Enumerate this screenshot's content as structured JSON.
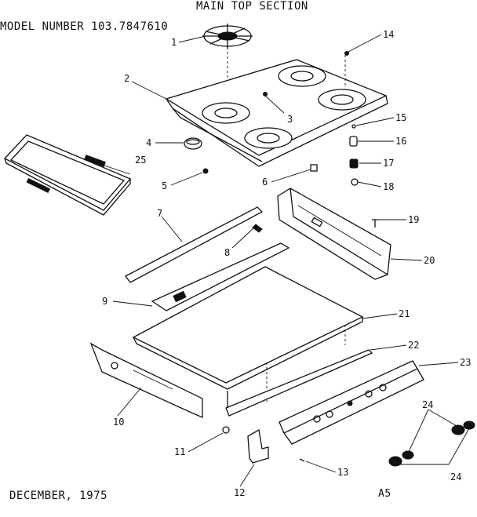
{
  "header": {
    "title": "MAIN TOP SECTION",
    "model_number": "MODEL NUMBER 103.7847610"
  },
  "footer": {
    "date": "DECEMBER, 1975",
    "page_id": "A5"
  },
  "callouts": [
    "1",
    "2",
    "3",
    "4",
    "5",
    "6",
    "7",
    "8",
    "9",
    "10",
    "11",
    "12",
    "13",
    "14",
    "15",
    "16",
    "17",
    "18",
    "19",
    "20",
    "21",
    "22",
    "23",
    "24",
    "24",
    "25"
  ]
}
